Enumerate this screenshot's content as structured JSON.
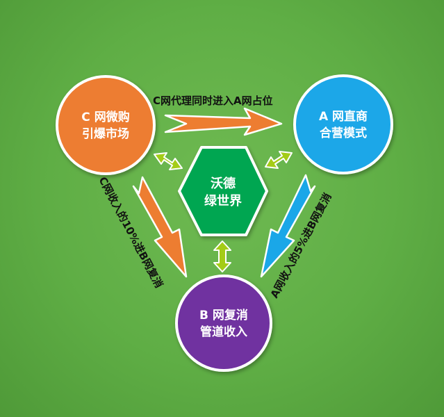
{
  "nodes": {
    "c": {
      "line1": "C 网微购",
      "line2": "引爆市场",
      "color": "#ed7d31"
    },
    "a": {
      "line1": "A 网直商",
      "line2": "合营模式",
      "color": "#1aa7e8"
    },
    "b": {
      "line1": "B 网复消",
      "line2": "管道收入",
      "color": "#7030a0"
    },
    "center": {
      "line1": "沃德",
      "line2": "绿世界",
      "color": "#00a651"
    }
  },
  "edges": {
    "c_to_a": "C网代理同时进入A网占位",
    "c_to_b": "C网收入的10%进B网复消",
    "a_to_b": "A网收入的5%进B网复消"
  },
  "colors": {
    "orange_arrow": "#ed7d31",
    "blue_arrow": "#1aa7e8",
    "link_arrow": "#a4cc17"
  }
}
